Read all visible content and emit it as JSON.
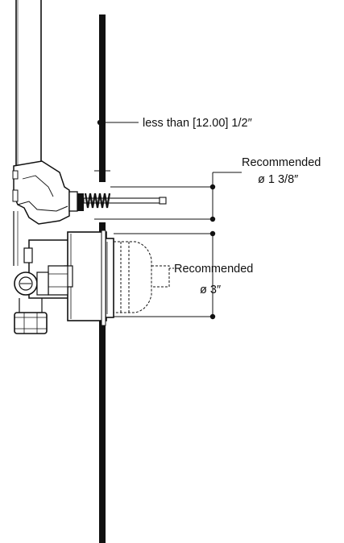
{
  "labels": {
    "wall_thickness": "less than [12.00] 1/2″",
    "hole_small_title": "Recommended",
    "hole_small_size": "ø 1 3/8″",
    "hole_large_title": "Recommended",
    "hole_large_size": "ø 3″"
  },
  "colors": {
    "ink": "#111111",
    "wall": "#111111",
    "background": "#ffffff"
  }
}
